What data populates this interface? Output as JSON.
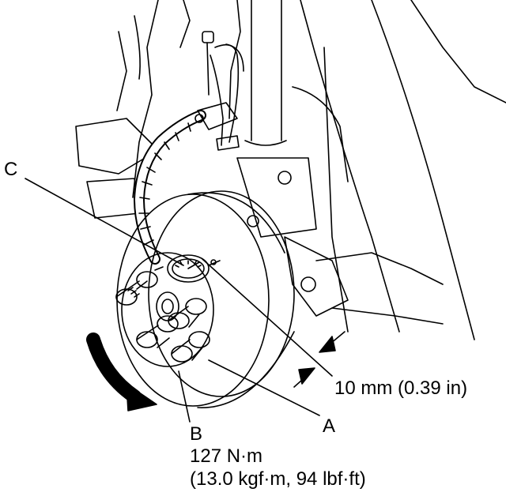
{
  "labels": {
    "c": "C",
    "a": "A",
    "b": "B",
    "distance": "10 mm (0.39 in)",
    "torque_nm": "127 N·m",
    "torque_alt": "(13.0 kgf·m, 94 lbf·ft)"
  },
  "colors": {
    "ink": "#000000",
    "paper": "#ffffff"
  }
}
